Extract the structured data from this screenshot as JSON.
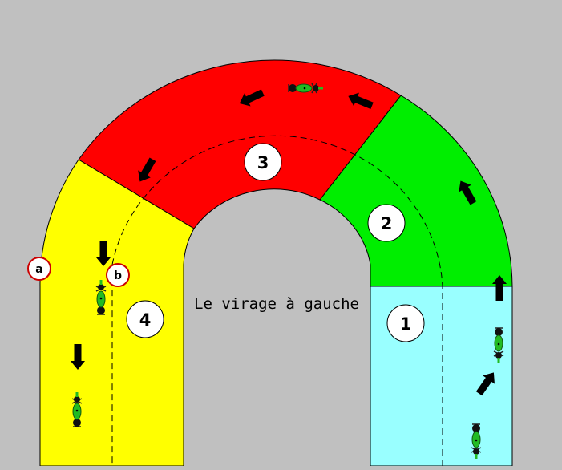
{
  "diagram": {
    "caption": "Le virage à gauche",
    "zones": [
      {
        "number": "1",
        "color": "#99ffff"
      },
      {
        "number": "2",
        "color": "#00ee00"
      },
      {
        "number": "3",
        "color": "#ff0000"
      },
      {
        "number": "4",
        "color": "#ffff00"
      }
    ],
    "markers": [
      {
        "letter": "a"
      },
      {
        "letter": "b"
      }
    ],
    "background_color": "#c0c0c0",
    "marker_ring_color": "#cc0000",
    "arrow_color": "#000000",
    "motorcycle_color": "#22bb22",
    "icons": [
      "motorcycle-icon",
      "direction-arrow-icon"
    ]
  }
}
